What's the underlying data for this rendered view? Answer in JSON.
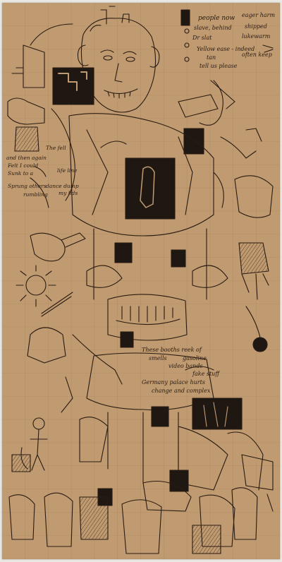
{
  "artwork": {
    "colors": {
      "wall": "#ebe8e3",
      "paper": "#c09a70",
      "ink": "#2a1c12",
      "dark_fill": "#1f1712"
    },
    "inscriptions": {
      "top_right_1": "people now",
      "top_right_2": "eager harm",
      "top_right_3": "slave, behind",
      "top_right_4": "shipped",
      "top_right_5": "Dr slat",
      "top_right_6": "lukewarm",
      "top_right_7": "Yellow ease - indeed",
      "top_right_8": "tan",
      "top_right_9": "often keep",
      "top_right_10": "tell us please",
      "left_1": "and then again",
      "left_2": "The fell",
      "left_3": "Felt I could",
      "left_4": "Sunk to a",
      "left_5": "life line",
      "left_6": "Sprung others",
      "left_7": "dance dump",
      "left_8": "rumbling",
      "left_9": "my lids",
      "center_1": "These booths reek of",
      "center_2": "smells",
      "center_3": "gasoline",
      "center_4": "video bands",
      "center_5": "fake stuff",
      "center_6": "Germany palace hurts",
      "center_7": "change and complex"
    }
  }
}
